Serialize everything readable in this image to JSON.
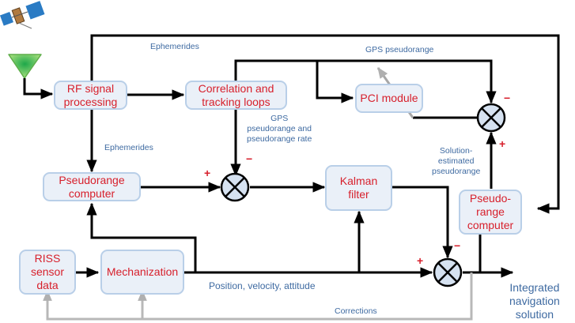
{
  "blocks": {
    "rf": "RF signal\nprocessing",
    "corr": "Correlation and\ntracking loops",
    "pci": "PCI module",
    "pr_left": "Pseudorange\ncomputer",
    "kalman": "Kalman\nfilter",
    "pr_right": "Pseudo-\nrange\ncomputer",
    "riss": "RISS\nsensor\ndata",
    "mech": "Mechanization"
  },
  "labels": {
    "ephemerides_top": "Ephemerides",
    "gps_pseudorange": "GPS pseudorange",
    "gps_pr_rate": "GPS\npseudorange and\npseudorange rate",
    "ephemerides_mid": "Ephemerides",
    "solution_estimated": "Solution-\nestimated\npseudorange",
    "pva": "Position, velocity, attitude",
    "corrections": "Corrections",
    "output": "Integrated\nnavigation\nsolution"
  },
  "signs": {
    "sum_top_minus": "−",
    "sum_top_plus": "+",
    "sum_mid_plus": "+",
    "sum_mid_minus": "−",
    "sum_bot_plus": "+",
    "sum_bot_minus": "−"
  },
  "icons": {
    "satellite": "satellite-icon",
    "antenna": "antenna-icon",
    "summing_junction": "summing-junction-icon"
  },
  "colors": {
    "block_text": "#d71f2b",
    "label_text": "#3e6aa1",
    "block_fill": "#eaf0f8",
    "block_border": "#b9cfe8",
    "feedback_line": "#bfbfbf"
  }
}
